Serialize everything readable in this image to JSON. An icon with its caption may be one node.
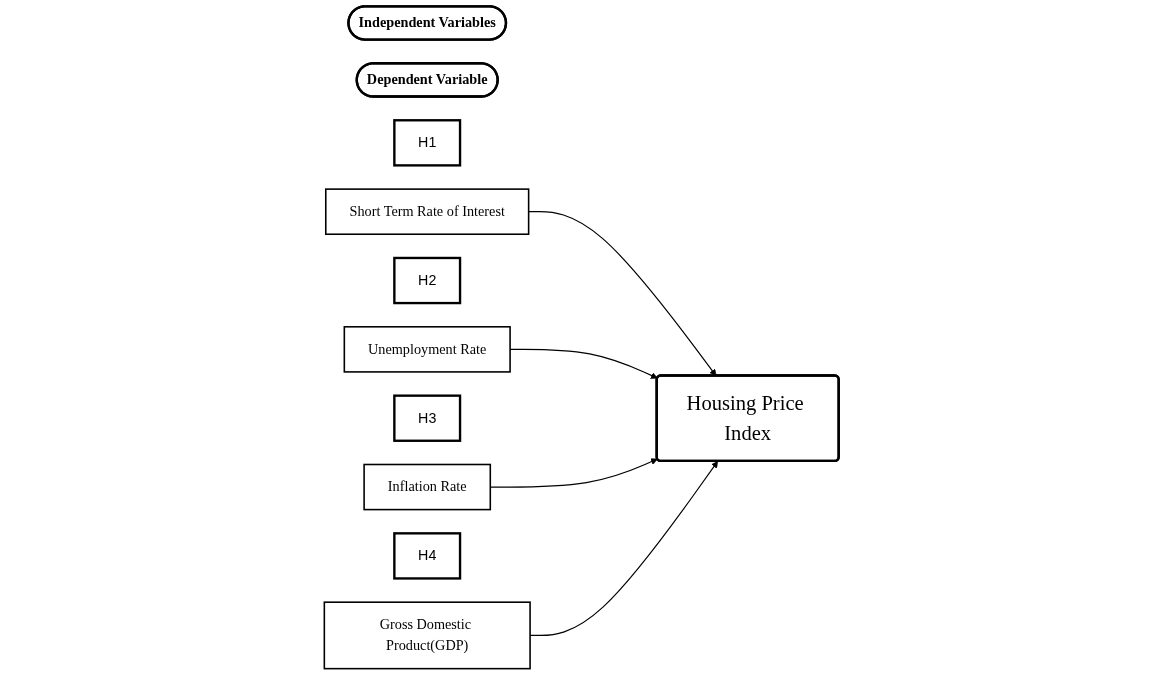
{
  "diagram": {
    "nodes": [
      {
        "text": [
          "Independent Variables"
        ]
      },
      {
        "text": [
          "Dependent Variable"
        ]
      },
      {
        "text": [
          "H1"
        ]
      },
      {
        "text": [
          "Short Term Rate of Interest"
        ]
      },
      {
        "text": [
          "H2"
        ]
      },
      {
        "text": [
          "Unemployment Rate"
        ]
      },
      {
        "text": [
          "H3"
        ]
      },
      {
        "text": [
          "Inflation Rate"
        ]
      },
      {
        "text": [
          "H4"
        ]
      },
      {
        "text": [
          "Gross Domestic Product(GDP)"
        ]
      },
      {
        "text": [
          "Housing Price Index"
        ]
      }
    ],
    "edges": [
      {
        "from": 3,
        "to": 10,
        "arrow": "to"
      },
      {
        "from": 5,
        "to": 10,
        "arrow": "to"
      },
      {
        "from": 7,
        "to": 10,
        "arrow": "to"
      },
      {
        "from": 9,
        "to": 10,
        "arrow": "to"
      }
    ]
  }
}
